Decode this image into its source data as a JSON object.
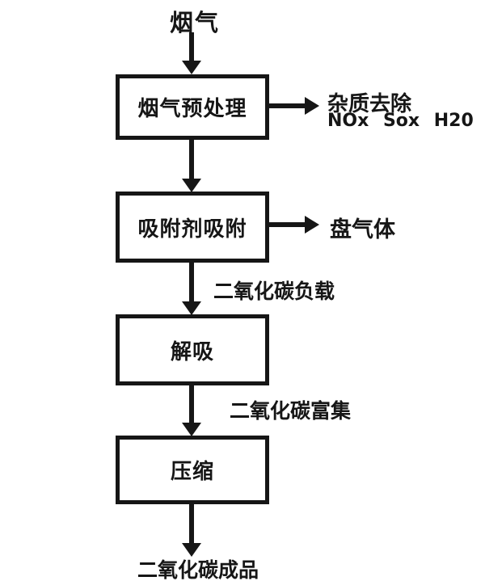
{
  "colors": {
    "ink": "#161616",
    "box_fill": "#ffffff",
    "background": "#ffffff"
  },
  "flow": {
    "source_label": "烟气",
    "steps": [
      {
        "label": "烟气预处理"
      },
      {
        "label": "吸附剂吸附"
      },
      {
        "label": "解吸"
      },
      {
        "label": "压缩"
      }
    ],
    "branches": [
      {
        "label": "杂质去除",
        "sublabel": "NOx Sox H20"
      },
      {
        "label": "盘气体"
      }
    ],
    "edge_labels": [
      {
        "label": "二氧化碳负载"
      },
      {
        "label": "二氧化碳富集"
      }
    ],
    "sink_label": "二氧化碳成品"
  }
}
